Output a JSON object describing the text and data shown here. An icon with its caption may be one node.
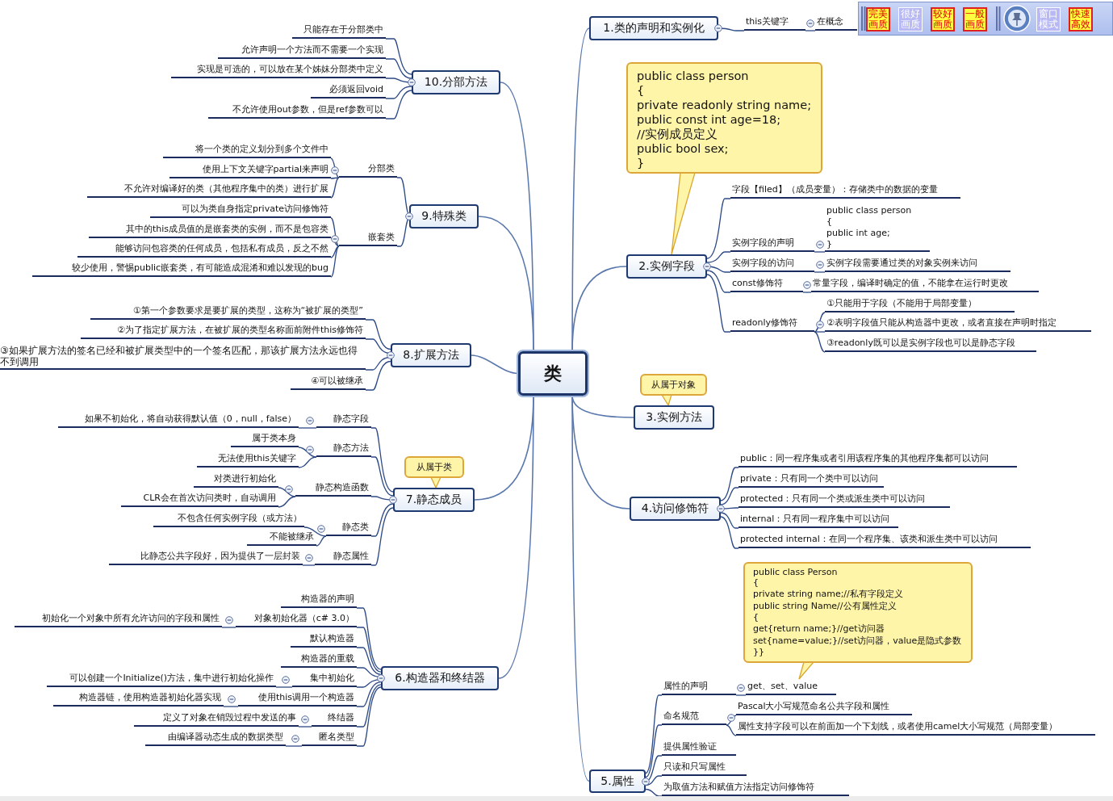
{
  "diagram": {
    "nodes": [
      {
        "text": [
          "类"
        ]
      },
      {
        "text": [
          "1.类的声明和实例化"
        ]
      },
      {
        "text": [
          "this关键字"
        ]
      },
      {
        "text": [
          "在概念"
        ]
      },
      {
        "text": [
          "public class person",
          "{",
          "private readonly string name;",
          "public const int age=18;",
          "//实例成员定义",
          "public bool sex;",
          "}"
        ]
      },
      {
        "text": [
          "2.实例字段"
        ]
      },
      {
        "text": [
          "字段【filed】（成员变量）：存储类中的数据的变量"
        ]
      },
      {
        "text": [
          "实例字段的声明"
        ]
      },
      {
        "text": [
          "public class person",
          "{",
          "public int age;",
          "}"
        ]
      },
      {
        "text": [
          "实例字段的访问"
        ]
      },
      {
        "text": [
          "实例字段需要通过类的对象实例来访问"
        ]
      },
      {
        "text": [
          "const修饰符"
        ]
      },
      {
        "text": [
          "常量字段，编译时确定的值，不能拿在运行时更改"
        ]
      },
      {
        "text": [
          "readonly修饰符"
        ]
      },
      {
        "text": [
          "①只能用于字段（不能用于局部变量）"
        ]
      },
      {
        "text": [
          "②表明字段值只能从构造器中更改，或者直接在声明时指定"
        ]
      },
      {
        "text": [
          "③readonly既可以是实例字段也可以是静态字段"
        ]
      },
      {
        "text": [
          "从属于对象"
        ]
      },
      {
        "text": [
          "3.实例方法"
        ]
      },
      {
        "text": [
          "4.访问修饰符"
        ]
      },
      {
        "text": [
          "public：同一程序集或者引用该程序集的其他程序集都可以访问"
        ]
      },
      {
        "text": [
          "private：只有同一个类中可以访问"
        ]
      },
      {
        "text": [
          "protected：只有同一个类或派生类中可以访问"
        ]
      },
      {
        "text": [
          "internal：只有同一程序集中可以访问"
        ]
      },
      {
        "text": [
          "protected internal：在同一个程序集、该类和派生类中可以访问"
        ]
      },
      {
        "text": [
          "public class Person",
          "{",
          "private string name;//私有字段定义",
          "public string Name//公有属性定义",
          "{",
          "get{return name;}//get访问器",
          "set{name=value;}//set访问器，value是隐式参数",
          "}}"
        ]
      },
      {
        "text": [
          "5.属性"
        ]
      },
      {
        "text": [
          "属性的声明"
        ]
      },
      {
        "text": [
          "get、set、value"
        ]
      },
      {
        "text": [
          "命名规范"
        ]
      },
      {
        "text": [
          "Pascal大小写规范命名公共字段和属性"
        ]
      },
      {
        "text": [
          "属性支持字段可以在前面加一个下划线，或者使用camel大小写规范（局部变量）"
        ]
      },
      {
        "text": [
          "提供属性验证"
        ]
      },
      {
        "text": [
          "只读和只写属性"
        ]
      },
      {
        "text": [
          "为取值方法和赋值方法指定访问修饰符"
        ]
      },
      {
        "text": [
          "10.分部方法"
        ]
      },
      {
        "text": [
          "只能存在于分部类中"
        ]
      },
      {
        "text": [
          "允许声明一个方法而不需要一个实现"
        ]
      },
      {
        "text": [
          "实现是可选的，可以放在某个姊妹分部类中定义"
        ]
      },
      {
        "text": [
          "必须返回void"
        ]
      },
      {
        "text": [
          "不允许使用out参数，但是ref参数可以"
        ]
      },
      {
        "text": [
          "9.特殊类"
        ]
      },
      {
        "text": [
          "分部类"
        ]
      },
      {
        "text": [
          "将一个类的定义划分到多个文件中"
        ]
      },
      {
        "text": [
          "使用上下文关键字partial来声明"
        ]
      },
      {
        "text": [
          "不允许对编译好的类（其他程序集中的类）进行扩展"
        ]
      },
      {
        "text": [
          "嵌套类"
        ]
      },
      {
        "text": [
          "可以为类自身指定private访问修饰符"
        ]
      },
      {
        "text": [
          "其中的this成员值的是嵌套类的实例，而不是包容类"
        ]
      },
      {
        "text": [
          "能够访问包容类的任何成员，包括私有成员，反之不然"
        ]
      },
      {
        "text": [
          "较少使用，警惕public嵌套类，有可能造成混淆和难以发现的bug"
        ]
      },
      {
        "text": [
          "8.扩展方法"
        ]
      },
      {
        "text": [
          "①第一个参数要求是要扩展的类型，这称为“被扩展的类型”"
        ]
      },
      {
        "text": [
          "②为了指定扩展方法，在被扩展的类型名称面前附件this修饰符"
        ]
      },
      {
        "text": [
          "③如果扩展方法的签名已经和被扩展类型中的一个签名匹配，那该扩展方法永远也得不到调用"
        ]
      },
      {
        "text": [
          "④可以被继承"
        ]
      },
      {
        "text": [
          "从属于类"
        ]
      },
      {
        "text": [
          "7.静态成员"
        ]
      },
      {
        "text": [
          "静态字段"
        ]
      },
      {
        "text": [
          "如果不初始化，将自动获得默认值（0，null，false）"
        ]
      },
      {
        "text": [
          "静态方法"
        ]
      },
      {
        "text": [
          "属于类本身"
        ]
      },
      {
        "text": [
          "无法使用this关键字"
        ]
      },
      {
        "text": [
          "静态构造函数"
        ]
      },
      {
        "text": [
          "对类进行初始化"
        ]
      },
      {
        "text": [
          "CLR会在首次访问类时，自动调用"
        ]
      },
      {
        "text": [
          "静态类"
        ]
      },
      {
        "text": [
          "不包含任何实例字段（或方法）"
        ]
      },
      {
        "text": [
          "不能被继承"
        ]
      },
      {
        "text": [
          "静态属性"
        ]
      },
      {
        "text": [
          "比静态公共字段好，因为提供了一层封装"
        ]
      },
      {
        "text": [
          "6.构造器和终结器"
        ]
      },
      {
        "text": [
          "构造器的声明"
        ]
      },
      {
        "text": [
          "对象初始化器（c# 3.0）"
        ]
      },
      {
        "text": [
          "初始化一个对象中所有允许访问的字段和属性"
        ]
      },
      {
        "text": [
          "默认构造器"
        ]
      },
      {
        "text": [
          "构造器的重载"
        ]
      },
      {
        "text": [
          "集中初始化"
        ]
      },
      {
        "text": [
          "可以创建一个Initialize()方法，集中进行初始化操作"
        ]
      },
      {
        "text": [
          "使用this调用一个构造器"
        ]
      },
      {
        "text": [
          "构造器链，使用构造器初始化器实现"
        ]
      },
      {
        "text": [
          "终结器"
        ]
      },
      {
        "text": [
          "定义了对象在销毁过程中发送的事"
        ]
      },
      {
        "text": [
          "匿名类型"
        ]
      },
      {
        "text": [
          "由编译器动态生成的数据类型"
        ]
      }
    ],
    "edges": [
      {
        "from": 0,
        "to": 1,
        "arrow": "none"
      },
      {
        "from": 0,
        "to": 5,
        "arrow": "none"
      },
      {
        "from": 0,
        "to": 18,
        "arrow": "none"
      },
      {
        "from": 0,
        "to": 19,
        "arrow": "none"
      },
      {
        "from": 0,
        "to": 26,
        "arrow": "none"
      },
      {
        "from": 0,
        "to": 35,
        "arrow": "none"
      },
      {
        "from": 0,
        "to": 41,
        "arrow": "none"
      },
      {
        "from": 0,
        "to": 51,
        "arrow": "none"
      },
      {
        "from": 0,
        "to": 57,
        "arrow": "none"
      },
      {
        "from": 0,
        "to": 71,
        "arrow": "none"
      },
      {
        "from": 1,
        "to": 2,
        "arrow": "none"
      },
      {
        "from": 2,
        "to": 3,
        "arrow": "none"
      },
      {
        "from": 4,
        "to": 5,
        "arrow": "to",
        "color": "#d9a62e"
      },
      {
        "from": 5,
        "to": 6,
        "arrow": "none"
      },
      {
        "from": 5,
        "to": 7,
        "arrow": "none"
      },
      {
        "from": 5,
        "to": 9,
        "arrow": "none"
      },
      {
        "from": 5,
        "to": 11,
        "arrow": "none"
      },
      {
        "from": 5,
        "to": 13,
        "arrow": "none"
      },
      {
        "from": 7,
        "to": 8,
        "arrow": "none"
      },
      {
        "from": 9,
        "to": 10,
        "arrow": "none"
      },
      {
        "from": 11,
        "to": 12,
        "arrow": "none"
      },
      {
        "from": 13,
        "to": 14,
        "arrow": "none"
      },
      {
        "from": 13,
        "to": 15,
        "arrow": "none"
      },
      {
        "from": 13,
        "to": 16,
        "arrow": "none"
      },
      {
        "from": 17,
        "to": 18,
        "arrow": "to",
        "color": "#d9a62e"
      },
      {
        "from": 19,
        "to": 20,
        "arrow": "none"
      },
      {
        "from": 19,
        "to": 21,
        "arrow": "none"
      },
      {
        "from": 19,
        "to": 22,
        "arrow": "none"
      },
      {
        "from": 19,
        "to": 23,
        "arrow": "none"
      },
      {
        "from": 19,
        "to": 24,
        "arrow": "none"
      },
      {
        "from": 25,
        "to": 28,
        "arrow": "to",
        "color": "#d9a62e"
      },
      {
        "from": 26,
        "to": 27,
        "arrow": "none"
      },
      {
        "from": 26,
        "to": 29,
        "arrow": "none"
      },
      {
        "from": 26,
        "to": 32,
        "arrow": "none"
      },
      {
        "from": 26,
        "to": 33,
        "arrow": "none"
      },
      {
        "from": 26,
        "to": 34,
        "arrow": "none"
      },
      {
        "from": 27,
        "to": 28,
        "arrow": "none"
      },
      {
        "from": 29,
        "to": 30,
        "arrow": "none"
      },
      {
        "from": 29,
        "to": 31,
        "arrow": "none"
      },
      {
        "from": 35,
        "to": 36,
        "arrow": "none"
      },
      {
        "from": 35,
        "to": 37,
        "arrow": "none"
      },
      {
        "from": 35,
        "to": 38,
        "arrow": "none"
      },
      {
        "from": 35,
        "to": 39,
        "arrow": "none"
      },
      {
        "from": 35,
        "to": 40,
        "arrow": "none"
      },
      {
        "from": 41,
        "to": 42,
        "arrow": "none"
      },
      {
        "from": 41,
        "to": 46,
        "arrow": "none"
      },
      {
        "from": 42,
        "to": 43,
        "arrow": "none"
      },
      {
        "from": 42,
        "to": 44,
        "arrow": "none"
      },
      {
        "from": 42,
        "to": 45,
        "arrow": "none"
      },
      {
        "from": 46,
        "to": 47,
        "arrow": "none"
      },
      {
        "from": 46,
        "to": 48,
        "arrow": "none"
      },
      {
        "from": 46,
        "to": 49,
        "arrow": "none"
      },
      {
        "from": 46,
        "to": 50,
        "arrow": "none"
      },
      {
        "from": 51,
        "to": 52,
        "arrow": "none"
      },
      {
        "from": 51,
        "to": 53,
        "arrow": "none"
      },
      {
        "from": 51,
        "to": 54,
        "arrow": "none"
      },
      {
        "from": 51,
        "to": 55,
        "arrow": "none"
      },
      {
        "from": 56,
        "to": 57,
        "arrow": "to",
        "color": "#d9a62e"
      },
      {
        "from": 57,
        "to": 58,
        "arrow": "none"
      },
      {
        "from": 57,
        "to": 60,
        "arrow": "none"
      },
      {
        "from": 57,
        "to": 63,
        "arrow": "none"
      },
      {
        "from": 57,
        "to": 66,
        "arrow": "none"
      },
      {
        "from": 57,
        "to": 69,
        "arrow": "none"
      },
      {
        "from": 58,
        "to": 59,
        "arrow": "none"
      },
      {
        "from": 60,
        "to": 61,
        "arrow": "none"
      },
      {
        "from": 60,
        "to": 62,
        "arrow": "none"
      },
      {
        "from": 63,
        "to": 64,
        "arrow": "none"
      },
      {
        "from": 63,
        "to": 65,
        "arrow": "none"
      },
      {
        "from": 66,
        "to": 67,
        "arrow": "none"
      },
      {
        "from": 66,
        "to": 68,
        "arrow": "none"
      },
      {
        "from": 69,
        "to": 70,
        "arrow": "none"
      },
      {
        "from": 71,
        "to": 72,
        "arrow": "none"
      },
      {
        "from": 71,
        "to": 73,
        "arrow": "none"
      },
      {
        "from": 71,
        "to": 75,
        "arrow": "none"
      },
      {
        "from": 71,
        "to": 76,
        "arrow": "none"
      },
      {
        "from": 71,
        "to": 77,
        "arrow": "none"
      },
      {
        "from": 71,
        "to": 79,
        "arrow": "none"
      },
      {
        "from": 71,
        "to": 81,
        "arrow": "none"
      },
      {
        "from": 71,
        "to": 83,
        "arrow": "none"
      },
      {
        "from": 73,
        "to": 74,
        "arrow": "none"
      },
      {
        "from": 77,
        "to": 78,
        "arrow": "none"
      },
      {
        "from": 79,
        "to": 80,
        "arrow": "none"
      },
      {
        "from": 81,
        "to": 82,
        "arrow": "none"
      },
      {
        "from": 83,
        "to": 84,
        "arrow": "none"
      }
    ],
    "labels": [
      "完美画质",
      "很好画质",
      "较好画质",
      "一般画质",
      "窗口模式",
      "快速高效"
    ]
  }
}
